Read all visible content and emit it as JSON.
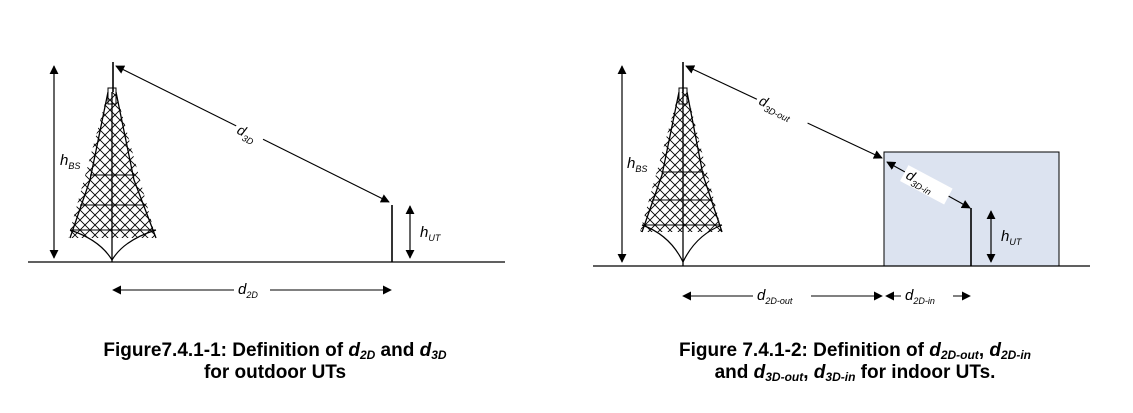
{
  "left_figure": {
    "h_bs": {
      "main": "h",
      "sub": "BS"
    },
    "d_3d": {
      "main": "d",
      "sub": "3D"
    },
    "h_ut": {
      "main": "h",
      "sub": "UT"
    },
    "d_2d": {
      "main": "d",
      "sub": "2D"
    },
    "caption": {
      "line1_prefix": "Figure7.4.1-1: Definition of ",
      "sym1": "d",
      "sym1_sub": "2D",
      "conj": " and ",
      "sym2": "d",
      "sym2_sub": "3D",
      "line2": "for outdoor UTs"
    }
  },
  "right_figure": {
    "h_bs": {
      "main": "h",
      "sub": "BS"
    },
    "d_3d_out": {
      "main": "d",
      "sub": "3D-out"
    },
    "d_3d_in": {
      "main": "d",
      "sub": "3D-in"
    },
    "h_ut": {
      "main": "h",
      "sub": "UT"
    },
    "d_2d_out": {
      "main": "d",
      "sub": "2D-out"
    },
    "d_2d_in": {
      "main": "d",
      "sub": "2D-in"
    },
    "building_fill": "#dce3f0",
    "caption": {
      "line1_prefix": "Figure 7.4.1-2: Definition of ",
      "sym1": "d",
      "sym1_sub": "2D-out",
      "sep1": ", ",
      "sym2": "d",
      "sym2_sub": "2D-in",
      "line2_prefix": "and ",
      "sym3": "d",
      "sym3_sub": "3D-out",
      "sep2": ", ",
      "sym4": "d",
      "sym4_sub": "3D-in",
      "line2_suffix": " for indoor UTs."
    }
  }
}
